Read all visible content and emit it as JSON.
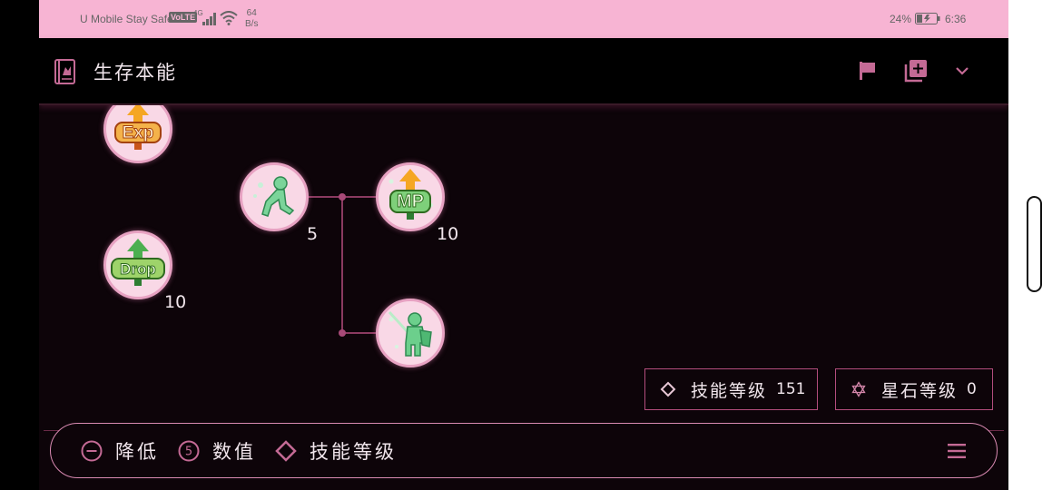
{
  "status_bar": {
    "carrier": "U Mobile Stay Safe",
    "volte": "VoLTE",
    "network": "4G",
    "net_speed_value": "64",
    "net_speed_unit": "B/s",
    "battery": "24%",
    "time": "6:36"
  },
  "header": {
    "title": "生存本能"
  },
  "tree": {
    "nodes": [
      {
        "id": "exp",
        "icon": "exp-boost-icon",
        "text": "Exp",
        "level": ""
      },
      {
        "id": "drop",
        "icon": "drop-boost-icon",
        "text": "Drop",
        "level": "10"
      },
      {
        "id": "rest",
        "icon": "resting-figure-icon",
        "text": "",
        "level": "5"
      },
      {
        "id": "mp",
        "icon": "mp-boost-icon",
        "text": "MP",
        "level": "10"
      },
      {
        "id": "warrior",
        "icon": "sword-warrior-icon",
        "text": "",
        "level": ""
      }
    ]
  },
  "badges": {
    "skill_level_label": "技能等级",
    "skill_level_value": "151",
    "star_level_label": "星石等级",
    "star_level_value": "0"
  },
  "bottom_bar": {
    "lower_label": "降低",
    "value_icon_digit": "5",
    "value_label": "数值",
    "skill_level_label": "技能等级"
  },
  "colors": {
    "status_bar": "#f7b4d3",
    "accent": "#b34d7d",
    "background": "#0d0409",
    "text": "#f1e6ec",
    "node_fill": "#f9d8e6"
  }
}
